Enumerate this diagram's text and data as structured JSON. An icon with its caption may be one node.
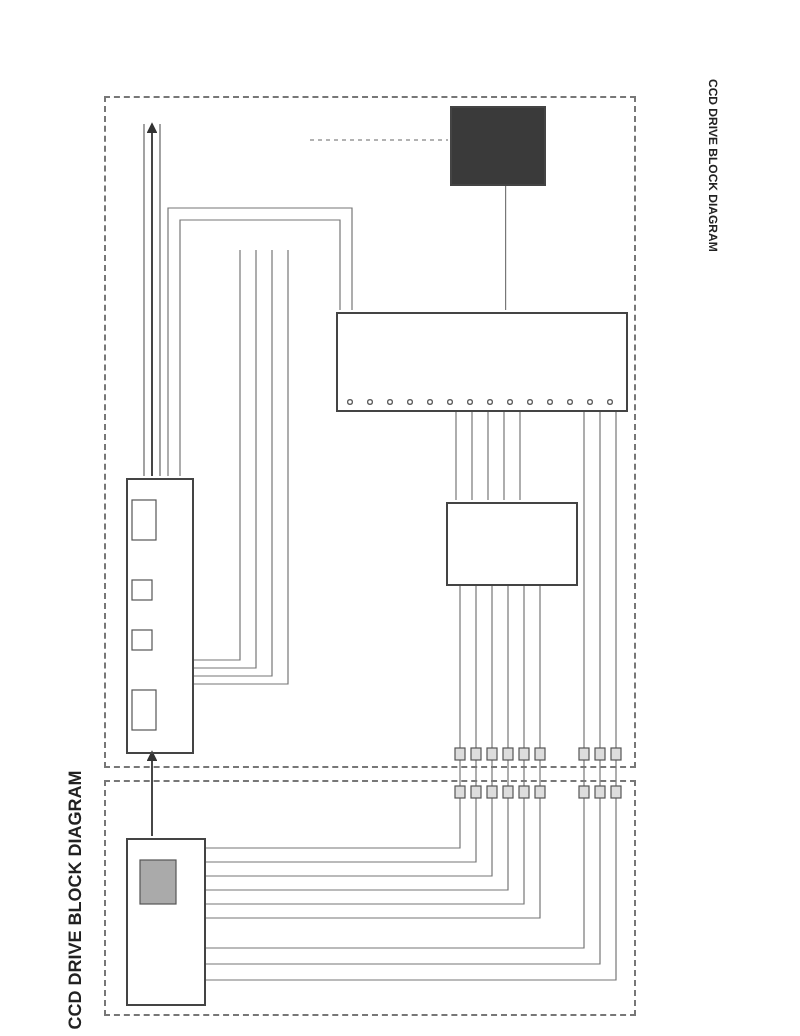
{
  "diagram": {
    "title": "CCD DRIVE BLOCK DIAGRAM",
    "nodes": [
      {
        "text": [],
        "shape": "box"
      },
      {
        "text": [],
        "shape": "box",
        "in": 0
      },
      {
        "text": [],
        "shape": "box"
      },
      {
        "text": [],
        "shape": "box",
        "in": 2
      },
      {
        "text": [],
        "shape": "box",
        "in": 2
      },
      {
        "text": [],
        "shape": "box",
        "in": 2
      },
      {
        "text": [],
        "shape": "box",
        "in": 2
      }
    ],
    "edges": [
      {
        "from": 1,
        "to": 3,
        "arrow": "to"
      },
      {
        "from": 3,
        "to": null,
        "arrow": "to"
      },
      {
        "from": 6,
        "to": 4,
        "arrow": "none"
      },
      {
        "from": 4,
        "to": 3,
        "arrow": "none"
      },
      {
        "from": 4,
        "to": 3,
        "arrow": "none"
      },
      {
        "from": null,
        "to": 3,
        "arrow": "none"
      },
      {
        "from": null,
        "to": 3,
        "arrow": "none"
      },
      {
        "from": null,
        "to": 3,
        "arrow": "none"
      },
      {
        "from": null,
        "to": 3,
        "arrow": "none"
      },
      {
        "from": 4,
        "to": 5,
        "arrow": "none"
      },
      {
        "from": 4,
        "to": 5,
        "arrow": "none"
      },
      {
        "from": 4,
        "to": 5,
        "arrow": "none"
      },
      {
        "from": 4,
        "to": 5,
        "arrow": "none"
      },
      {
        "from": 4,
        "to": 5,
        "arrow": "none"
      },
      {
        "from": 5,
        "to": 1,
        "arrow": "none"
      },
      {
        "from": 5,
        "to": 1,
        "arrow": "none"
      },
      {
        "from": 5,
        "to": 1,
        "arrow": "none"
      },
      {
        "from": 5,
        "to": 1,
        "arrow": "none"
      },
      {
        "from": 5,
        "to": 1,
        "arrow": "none"
      },
      {
        "from": 5,
        "to": 1,
        "arrow": "none"
      },
      {
        "from": 4,
        "to": 1,
        "arrow": "none"
      },
      {
        "from": 4,
        "to": 1,
        "arrow": "none"
      },
      {
        "from": 4,
        "to": 1,
        "arrow": "none"
      }
    ],
    "labels": [
      "CCD DRIVE BLOCK DIAGRAM"
    ]
  }
}
